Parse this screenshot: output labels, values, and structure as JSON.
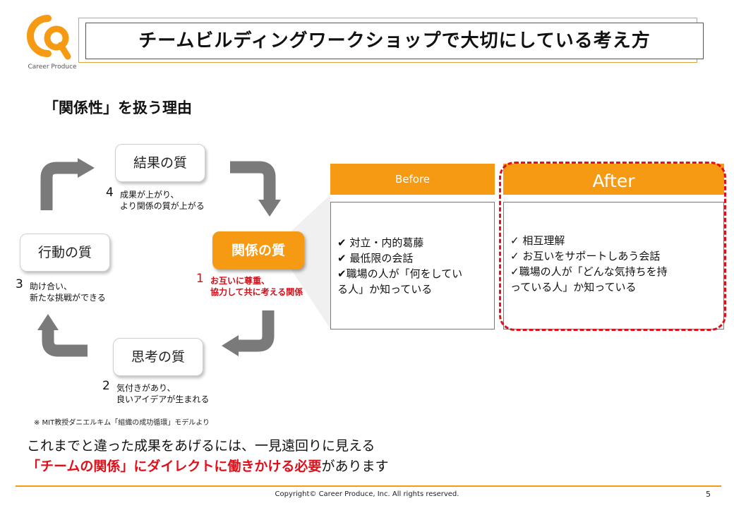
{
  "logo": {
    "text": "Career Produce",
    "color": "#f59a12"
  },
  "title": "チームビルディングワークショップで大切にしている考え方",
  "subtitle": "「関係性」を扱う理由",
  "cycle": {
    "result": "結果の質",
    "action": "行動の質",
    "relation": "関係の質",
    "thinking": "思考の質"
  },
  "notes": {
    "n4": {
      "num": "4",
      "line1": "成果が上がり、",
      "line2": "より関係の質が上がる"
    },
    "n3": {
      "num": "3",
      "line1": "助け合い、",
      "line2": "新たな挑戦ができる"
    },
    "n2": {
      "num": "2",
      "line1": "気付きがあり、",
      "line2": "良いアイデアが生まれる"
    },
    "n1": {
      "num": "1",
      "line1": "お互いに尊重、",
      "line2": "協力して共に考える関係"
    }
  },
  "source": "※ MIT教授ダニエルキム「組織の成功循環」モデルより",
  "before": {
    "header": "Before",
    "items": [
      "✔ 対立・内的葛藤",
      "✔ 最低限の会話",
      "✔職場の人が「何をしてい",
      "る人」か知っている"
    ]
  },
  "after": {
    "header": "After",
    "items": [
      "✓ 相互理解",
      "✓ お互いをサポートしあう会話",
      "✓職場の人が「どんな気持ちを持",
      "っている人」か知っている"
    ]
  },
  "bottom": {
    "line1": "これまでと違った成果をあげるには、一見遠回りに見える",
    "line2_red": "「チームの関係」にダイレクトに働きかける必要",
    "line2_rest": "があります"
  },
  "footer": {
    "copyright": "Copyright© Career Produce, Inc. All rights reserved.",
    "page": "5"
  },
  "colors": {
    "accent": "#f59a12",
    "emphasis": "#e0101a",
    "arrow": "#7a7a7a"
  }
}
